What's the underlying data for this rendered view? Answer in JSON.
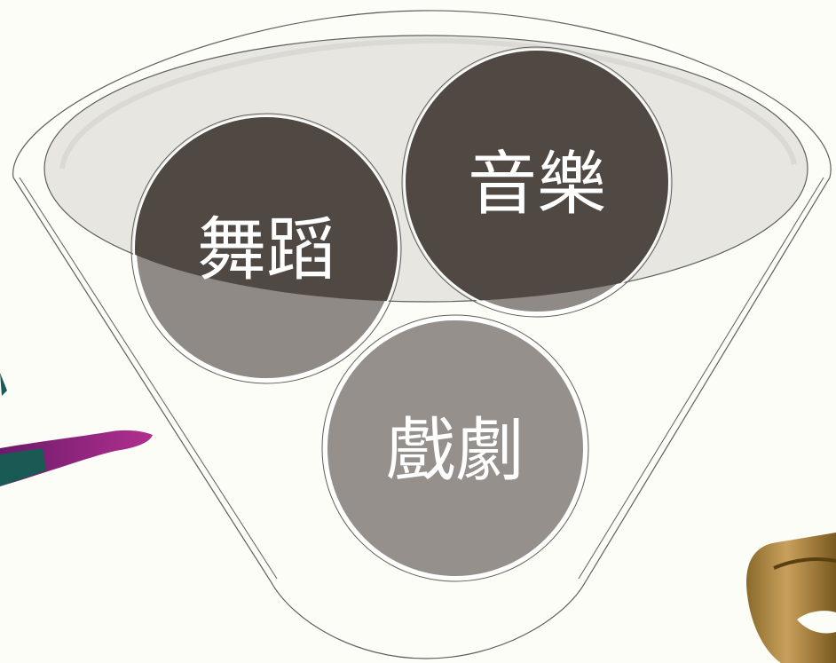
{
  "diagram": {
    "type": "funnel",
    "circles": [
      {
        "label": "舞蹈",
        "color": "#504843"
      },
      {
        "label": "音樂",
        "color": "#504843"
      },
      {
        "label": "戲劇",
        "color": "#96908d"
      }
    ],
    "colors": {
      "background": "#fdfdf7",
      "funnel_rim_fill": "#e7e6e0",
      "dark_circle": "#504843",
      "light_circle": "#96908d",
      "overlap_tint": "#8f8a86"
    }
  },
  "decorations": [
    {
      "name": "dancer-leg-image"
    },
    {
      "name": "theatre-mask-image"
    }
  ]
}
